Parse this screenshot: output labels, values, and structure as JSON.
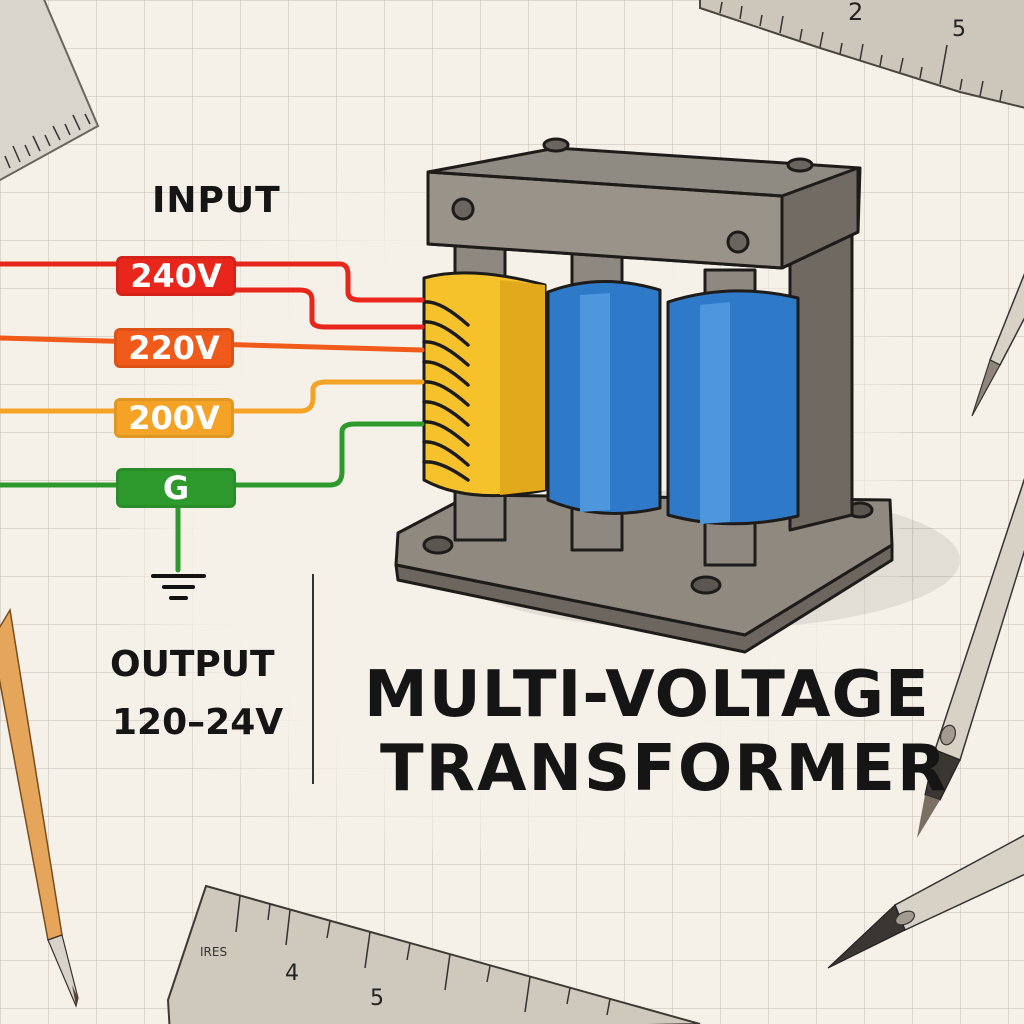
{
  "diagram": {
    "title_line1": "MULTI-VOLTAGE",
    "title_line2": "TRANSFORMER",
    "input_label": "INPUT",
    "output_label": "OUTPUT",
    "output_range": "120–24V",
    "input_taps": [
      {
        "label": "240V",
        "color": "#e8261c"
      },
      {
        "label": "220V",
        "color": "#f05a1a"
      },
      {
        "label": "200V",
        "color": "#f4a326"
      },
      {
        "label": "G",
        "color": "#2e9a2e"
      }
    ],
    "ground_symbol": "ground-icon",
    "transformer": {
      "primary_coil_color": "#f6c22c",
      "secondary_coil_color": "#2f7ac8",
      "frame_color": "#8e8880"
    }
  },
  "decor": {
    "ruler_top_right_marks": [
      "2",
      "5"
    ],
    "ruler_bottom_marks": [
      "IRES",
      "4",
      "5"
    ]
  }
}
